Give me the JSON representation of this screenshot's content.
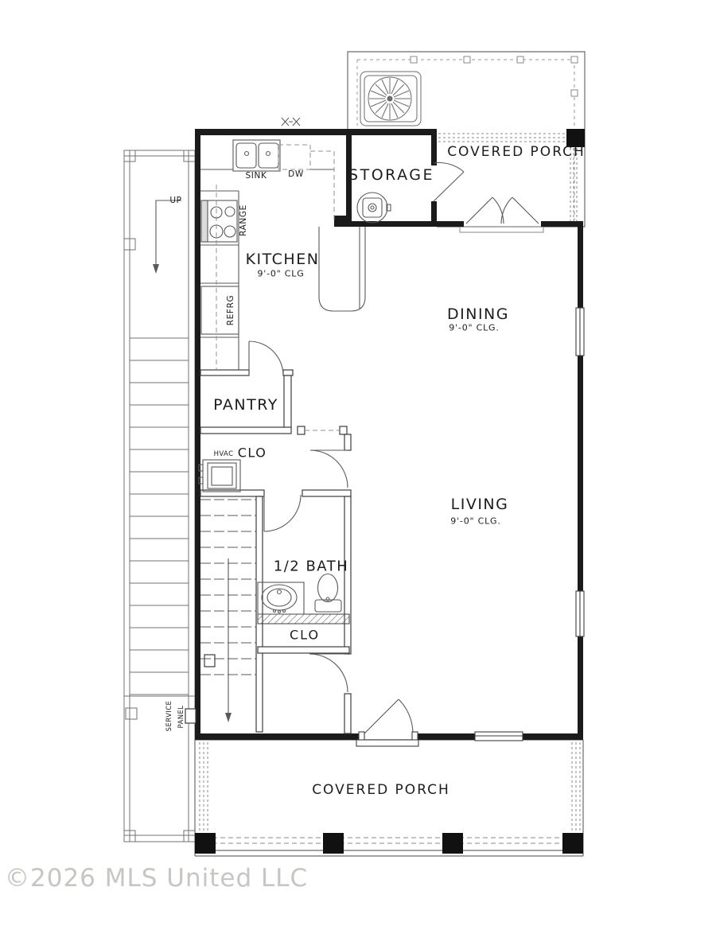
{
  "watermark": "©2026 MLS United LLC",
  "rooms": {
    "kitchen": {
      "label": "KITCHEN",
      "clg": "9'-0\" CLG"
    },
    "dining": {
      "label": "DINING",
      "clg": "9'-0\" CLG."
    },
    "living": {
      "label": "LIVING",
      "clg": "9'-0\" CLG."
    },
    "storage": {
      "label": "STORAGE"
    },
    "pantry": {
      "label": "PANTRY"
    },
    "half_bath": {
      "label": "1/2 BATH"
    },
    "hvac_closet": {
      "prefix": "HVAC",
      "label": "CLO"
    },
    "hall_closet": {
      "label": "CLO"
    },
    "rear_porch": {
      "label": "COVERED PORCH"
    },
    "front_porch": {
      "label": "COVERED PORCH"
    }
  },
  "fixtures": {
    "sink": "SINK",
    "dishwasher": "DW",
    "range": "RANGE",
    "refrigerator": "REFRG",
    "stair_direction": "UP",
    "service_panel_line1": "SERVICE",
    "service_panel_line2": "PANEL"
  },
  "colors": {
    "background": "#ffffff",
    "wall": "#1b1b1b",
    "line": "#5a5a5a",
    "dashed": "#8f8f8f",
    "text": "#1d1d1d",
    "watermark": "#c8c5c2"
  }
}
